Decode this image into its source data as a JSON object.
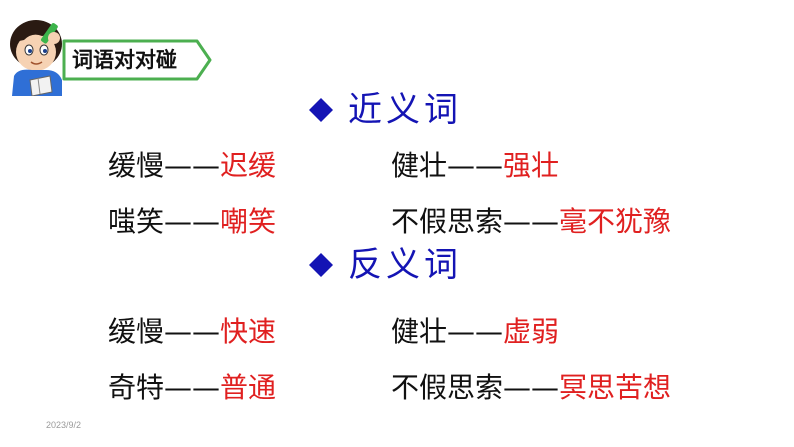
{
  "header": {
    "tag_label": "词语对对碰"
  },
  "sections": [
    {
      "title": "近义词",
      "pairs": [
        {
          "word": "缓慢",
          "dash": "——",
          "match": "迟缓"
        },
        {
          "word": "健壮",
          "dash": "——",
          "match": "强壮"
        },
        {
          "word": "嗤笑",
          "dash": "——",
          "match": "嘲笑"
        },
        {
          "word": "不假思索",
          "dash": "——",
          "match": "毫不犹豫"
        }
      ]
    },
    {
      "title": "反义词",
      "pairs": [
        {
          "word": "缓慢",
          "dash": "——",
          "match": "快速"
        },
        {
          "word": "健壮",
          "dash": "——",
          "match": "虚弱"
        },
        {
          "word": "奇特",
          "dash": "——",
          "match": "普通"
        },
        {
          "word": "不假思索",
          "dash": "——",
          "match": "冥思苦想"
        }
      ]
    }
  ],
  "colors": {
    "title": "#1414b4",
    "match_word": "#e02020",
    "tag_border": "#4caf50"
  },
  "footer": {
    "date": "2023/9/2"
  }
}
